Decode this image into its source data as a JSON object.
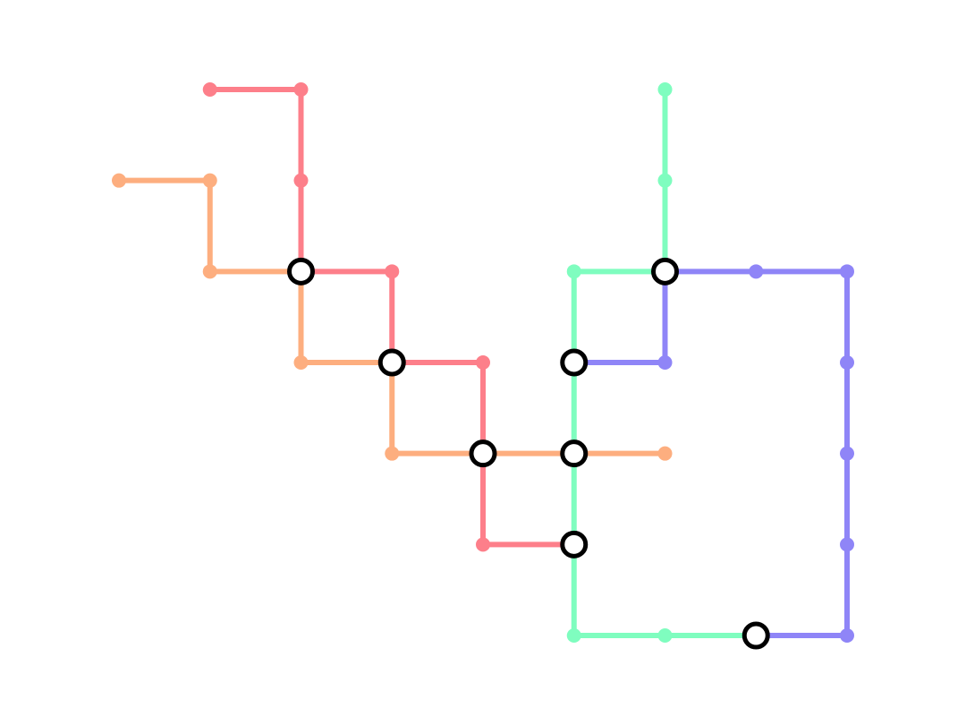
{
  "lines": [
    {
      "name": "",
      "color": "#FD7F8A",
      "stations": [
        [
          1,
          0
        ],
        [
          2,
          0
        ],
        [
          2,
          1
        ],
        [
          2,
          2
        ],
        [
          3,
          2
        ],
        [
          3,
          3
        ],
        [
          4,
          3
        ],
        [
          4,
          4
        ],
        [
          4,
          5
        ],
        [
          5,
          5
        ]
      ]
    },
    {
      "name": "",
      "color": "#FDAE7F",
      "stations": [
        [
          0,
          1
        ],
        [
          1,
          1
        ],
        [
          1,
          2
        ],
        [
          2,
          2
        ],
        [
          2,
          3
        ],
        [
          3,
          3
        ],
        [
          3,
          4
        ],
        [
          4,
          4
        ],
        [
          5,
          4
        ],
        [
          6,
          4
        ]
      ]
    },
    {
      "name": "",
      "color": "#7FFDBF",
      "stations": [
        [
          6,
          0
        ],
        [
          6,
          1
        ],
        [
          6,
          2
        ],
        [
          5,
          2
        ],
        [
          5,
          3
        ],
        [
          5,
          4
        ],
        [
          5,
          5
        ],
        [
          5,
          6
        ],
        [
          6,
          6
        ],
        [
          7,
          6
        ]
      ]
    },
    {
      "name": "",
      "color": "#8F85F7",
      "stations": [
        [
          5,
          3
        ],
        [
          6,
          3
        ],
        [
          6,
          2
        ],
        [
          7,
          2
        ],
        [
          8,
          2
        ],
        [
          8,
          3
        ],
        [
          8,
          4
        ],
        [
          8,
          5
        ],
        [
          8,
          6
        ],
        [
          7,
          6
        ]
      ]
    }
  ],
  "interchanges": [
    [
      2,
      2
    ],
    [
      3,
      3
    ],
    [
      4,
      4
    ],
    [
      5,
      4
    ],
    [
      5,
      5
    ],
    [
      6,
      2
    ],
    [
      5,
      3
    ],
    [
      7,
      6
    ]
  ]
}
